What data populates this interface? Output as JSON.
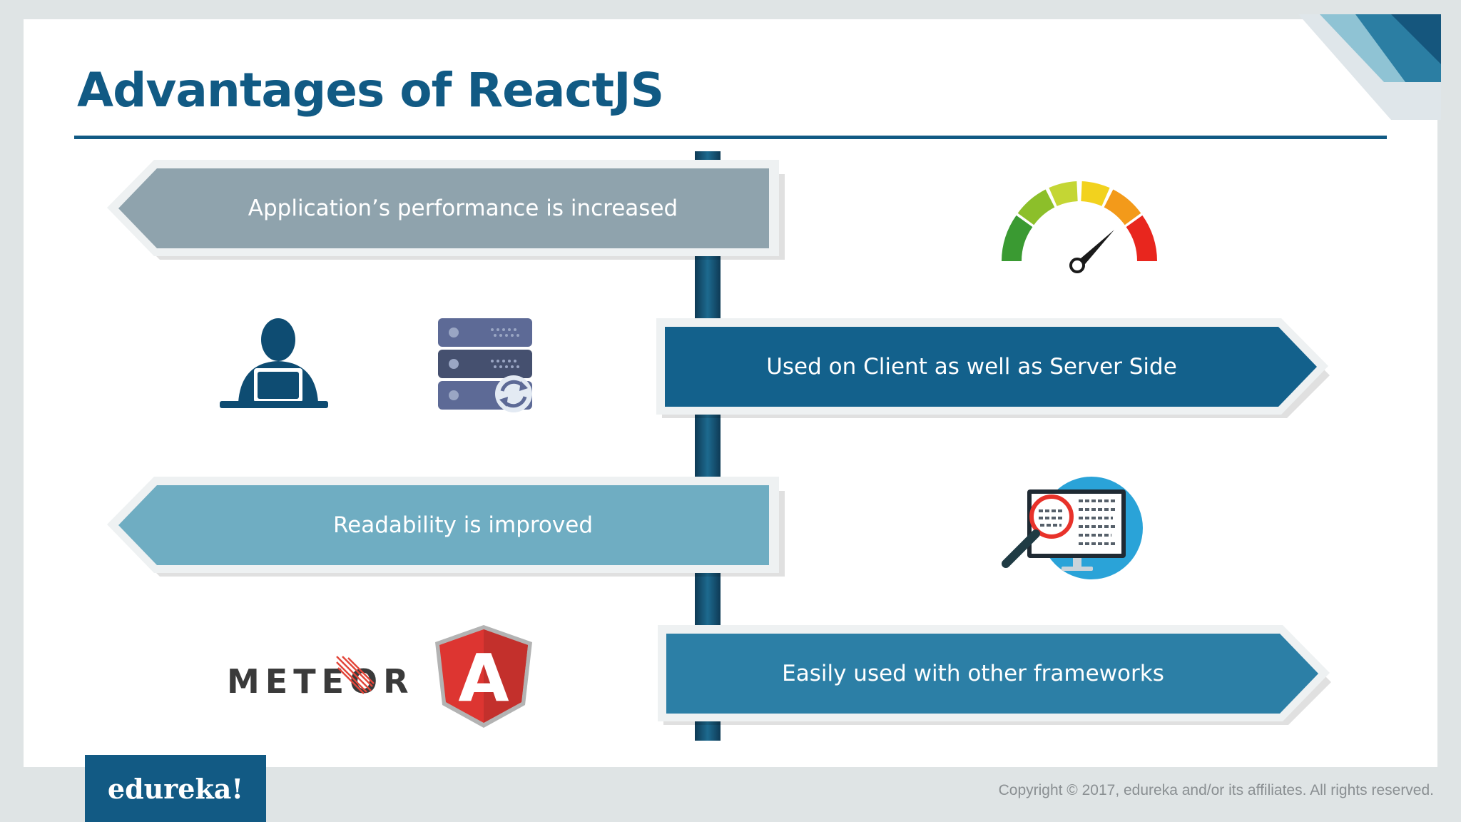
{
  "title": "Advantages of ReactJS",
  "signs": [
    {
      "text": "Application’s performance is increased",
      "color": "#8fa3ad",
      "direction": "left"
    },
    {
      "text": "Used on Client as well as Server Side",
      "color": "#13618c",
      "direction": "right"
    },
    {
      "text": "Readability is improved",
      "color": "#6fadc2",
      "direction": "left"
    },
    {
      "text": "Easily used with other frameworks",
      "color": "#2c7fa6",
      "direction": "right"
    }
  ],
  "icons": {
    "gauge": "speedometer-icon",
    "user": "user-at-laptop-icon",
    "server": "server-sync-icon",
    "inspect": "code-inspection-icon",
    "meteor": "meteor-logo",
    "angular": "angular-logo"
  },
  "meteor_logo_text": "METEOR",
  "angular_letter": "A",
  "footer": {
    "brand": "edureka!",
    "copyright": "Copyright © 2017, edureka and/or its affiliates. All rights reserved."
  },
  "colors": {
    "brand": "#115a84",
    "post": "#14506f"
  }
}
